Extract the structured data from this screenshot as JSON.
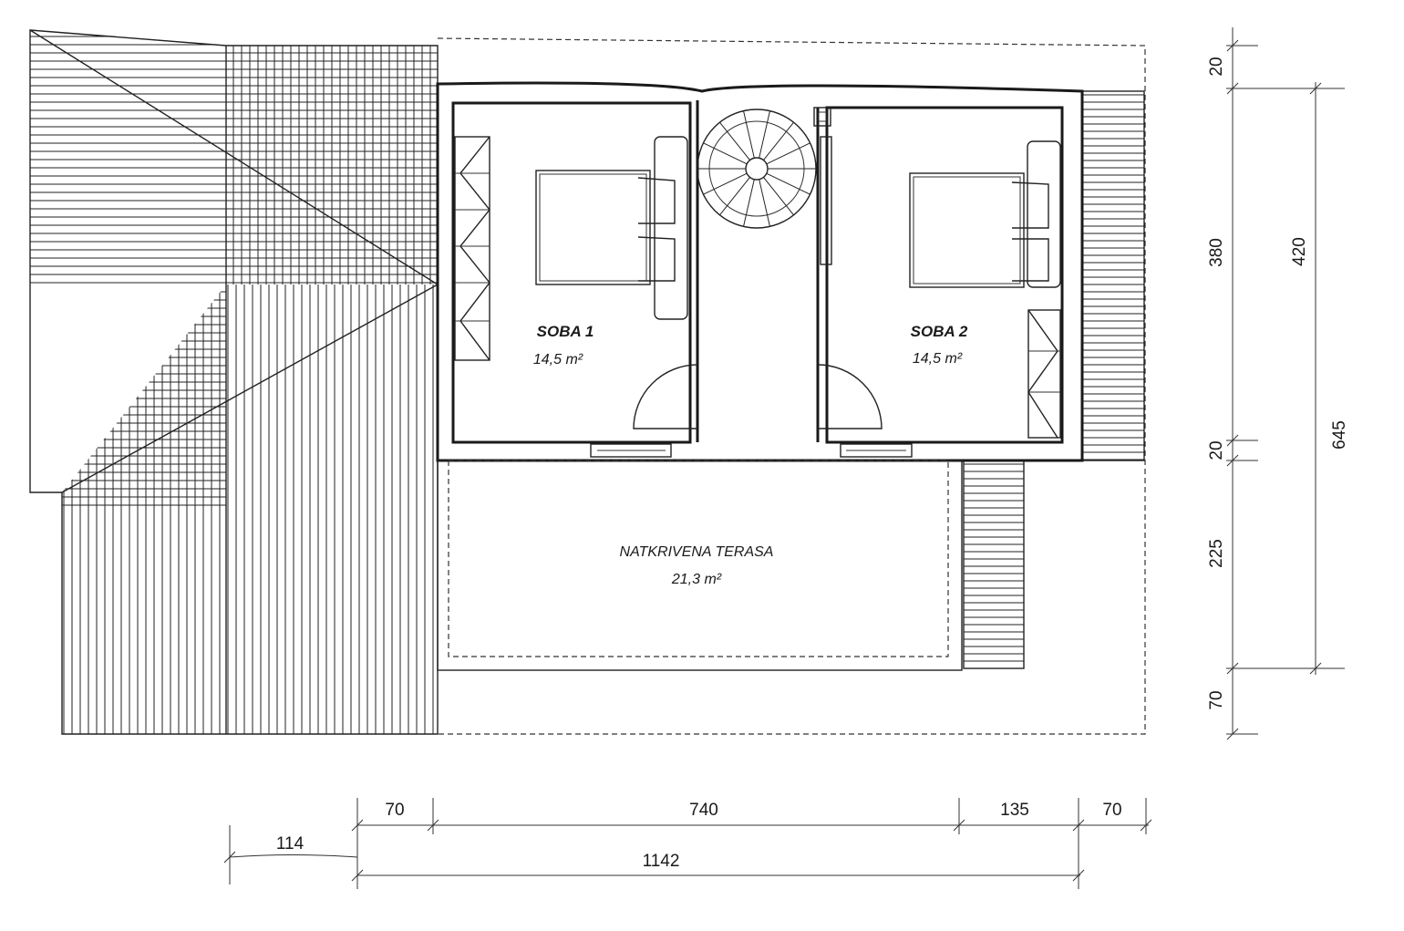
{
  "rooms": [
    {
      "name": "SOBA 1",
      "area": "14,5 m²"
    },
    {
      "name": "SOBA 2",
      "area": "14,5 m²"
    },
    {
      "name": "NATKRIVENA TERASA",
      "area": "21,3 m²"
    }
  ],
  "dimensions": {
    "right_inner": [
      "20",
      "380",
      "20",
      "225",
      "70"
    ],
    "right_outer": [
      "420",
      "645"
    ],
    "bottom_top": [
      "70",
      "740",
      "135",
      "70"
    ],
    "bottom_left": "114",
    "bottom_total": "1142"
  },
  "colors": {
    "line": "#1a1a1a",
    "background": "#ffffff"
  }
}
